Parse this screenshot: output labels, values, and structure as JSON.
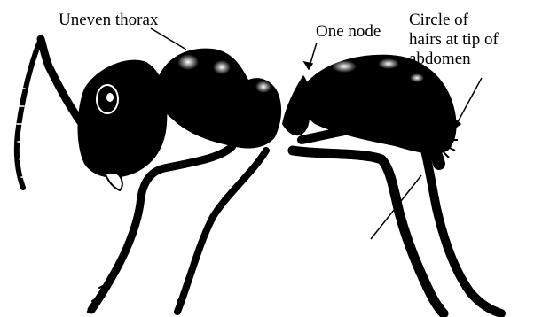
{
  "figure": {
    "subject_icon": "ant-side-view-illustration",
    "labels": {
      "thorax": "Uneven thorax",
      "node": "One node",
      "hairs_line1": "Circle of",
      "hairs_line2": "hairs at tip of",
      "hairs_line3": "abdomen"
    }
  },
  "colors": {
    "ink": "#000000",
    "paper": "#ffffff"
  }
}
